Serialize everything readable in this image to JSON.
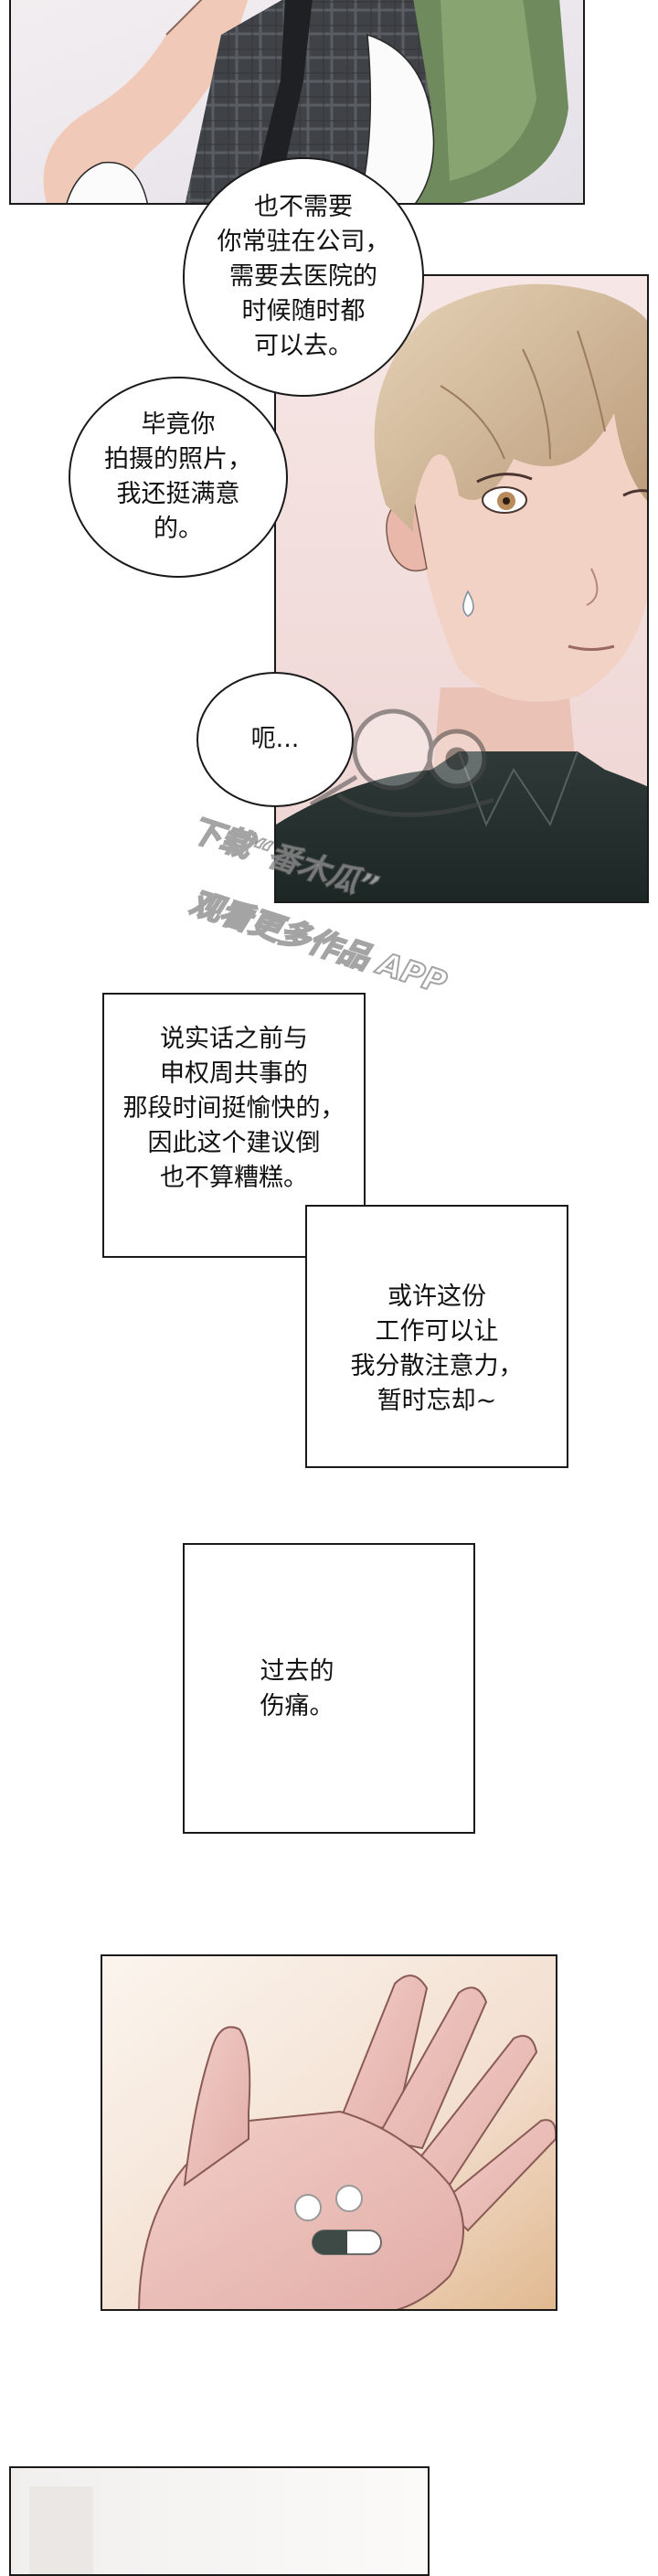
{
  "bubbles": {
    "b1": "也不需要\n你常驻在公司，\n需要去医院的\n时候随时都\n可以去。",
    "b2": "毕竟你\n拍摄的照片，\n我还挺满意\n的。",
    "b3": "呃..."
  },
  "narration": {
    "n1": "说实话之前与\n申权周共事的\n那段时间挺愉快的，\n因此这个建议倒\n也不算糟糕。",
    "n2": "或许这份\n工作可以让\n我分散注意力，\n暂时忘却~",
    "n3": "过去的\n伤痛。"
  },
  "watermark": {
    "line1": "下载“番木瓜”",
    "line2": "观看更多作品 APP"
  }
}
